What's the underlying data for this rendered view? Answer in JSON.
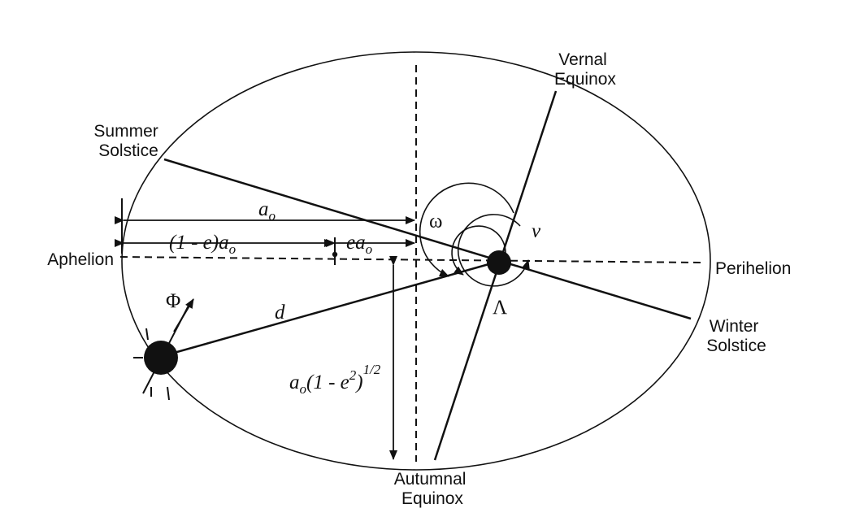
{
  "labels": {
    "vernal_equinox": [
      "Vernal",
      "Equinox"
    ],
    "summer_solstice": [
      "Summer",
      "Solstice"
    ],
    "winter_solstice": [
      "Winter",
      "Solstice"
    ],
    "autumnal_equinox": [
      "Autumnal",
      "Equinox"
    ],
    "aphelion": "Aphelion",
    "perihelion": "Perihelion"
  },
  "symbols": {
    "omega": "ω",
    "nu": "ν",
    "lambda": "Λ",
    "phi": "Φ",
    "d": "d",
    "a_o": {
      "base": "a",
      "sub": "o"
    },
    "one_minus_e_a_o": {
      "prefix": "(1 - e)a",
      "sub": "o"
    },
    "e_a_o": {
      "base": "ea",
      "sub": "o"
    },
    "minor_axis": {
      "a": "a",
      "sub": "o",
      "mid": "(1 - e",
      "sup2": "2",
      "close": ")",
      "sup": "1/2"
    }
  }
}
